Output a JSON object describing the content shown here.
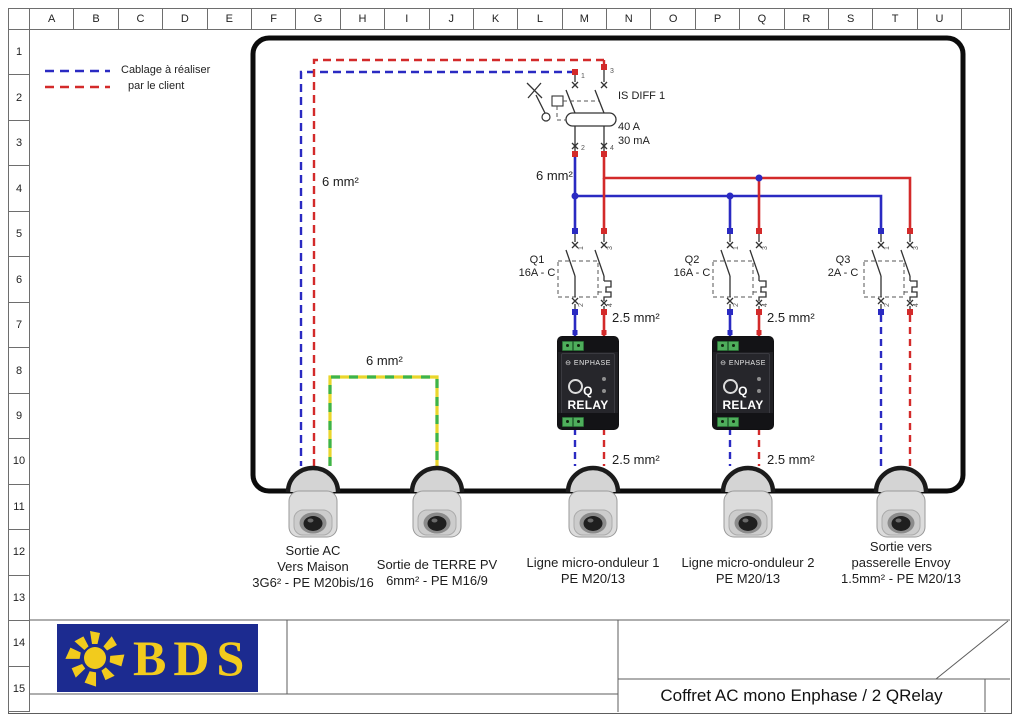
{
  "sheet": {
    "grid_columns": [
      "A",
      "B",
      "C",
      "D",
      "E",
      "F",
      "G",
      "H",
      "I",
      "J",
      "K",
      "L",
      "M",
      "N",
      "O",
      "P",
      "Q",
      "R",
      "S",
      "T",
      "U"
    ],
    "grid_rows": [
      "1",
      "2",
      "3",
      "4",
      "5",
      "6",
      "7",
      "8",
      "9",
      "10",
      "11",
      "12",
      "13",
      "14",
      "15"
    ]
  },
  "legend": {
    "line1": "Cablage à réaliser",
    "line2": "par le client"
  },
  "labels": {
    "wire_6mm": "6 mm²",
    "wire_2_5mm": "2.5 mm²"
  },
  "components": {
    "differential": {
      "name": "IS DIFF 1",
      "current": "40 A",
      "sensitivity": "30 mA"
    },
    "terminals": {
      "t1": "1",
      "t2": "2",
      "t3": "3",
      "t4": "4"
    },
    "breakers": [
      {
        "id": "Q1",
        "rating": "16A - C"
      },
      {
        "id": "Q2",
        "rating": "16A - C"
      },
      {
        "id": "Q3",
        "rating": "2A - C"
      }
    ],
    "relay": {
      "brand_icon": "⊖",
      "brand": "ENPHASE",
      "label": "Q RELAY"
    }
  },
  "glands": [
    {
      "lines": [
        "Sortie AC",
        "Vers Maison",
        "3G6² - PE M20bis/16"
      ]
    },
    {
      "lines": [
        "Sortie de TERRE PV",
        "6mm² - PE M16/9"
      ]
    },
    {
      "lines": [
        "Ligne micro-onduleur 1",
        "PE M20/13"
      ]
    },
    {
      "lines": [
        "Ligne micro-onduleur 2",
        "PE M20/13"
      ]
    },
    {
      "lines": [
        "Sortie vers",
        "passerelle Envoy",
        "1.5mm² - PE M20/13"
      ]
    }
  ],
  "title_block": {
    "logo": "BDS",
    "title": "Coffret AC mono Enphase / 2 QRelay"
  },
  "colors": {
    "wire_blue": "#2a2ac2",
    "wire_red": "#d32a2a",
    "earth_green": "#3cb44a",
    "earth_yellow": "#e9d62c",
    "enclosure": "#0c0c0c",
    "logo_blue": "#1c2b90",
    "logo_yellow": "#f2cb1d"
  }
}
